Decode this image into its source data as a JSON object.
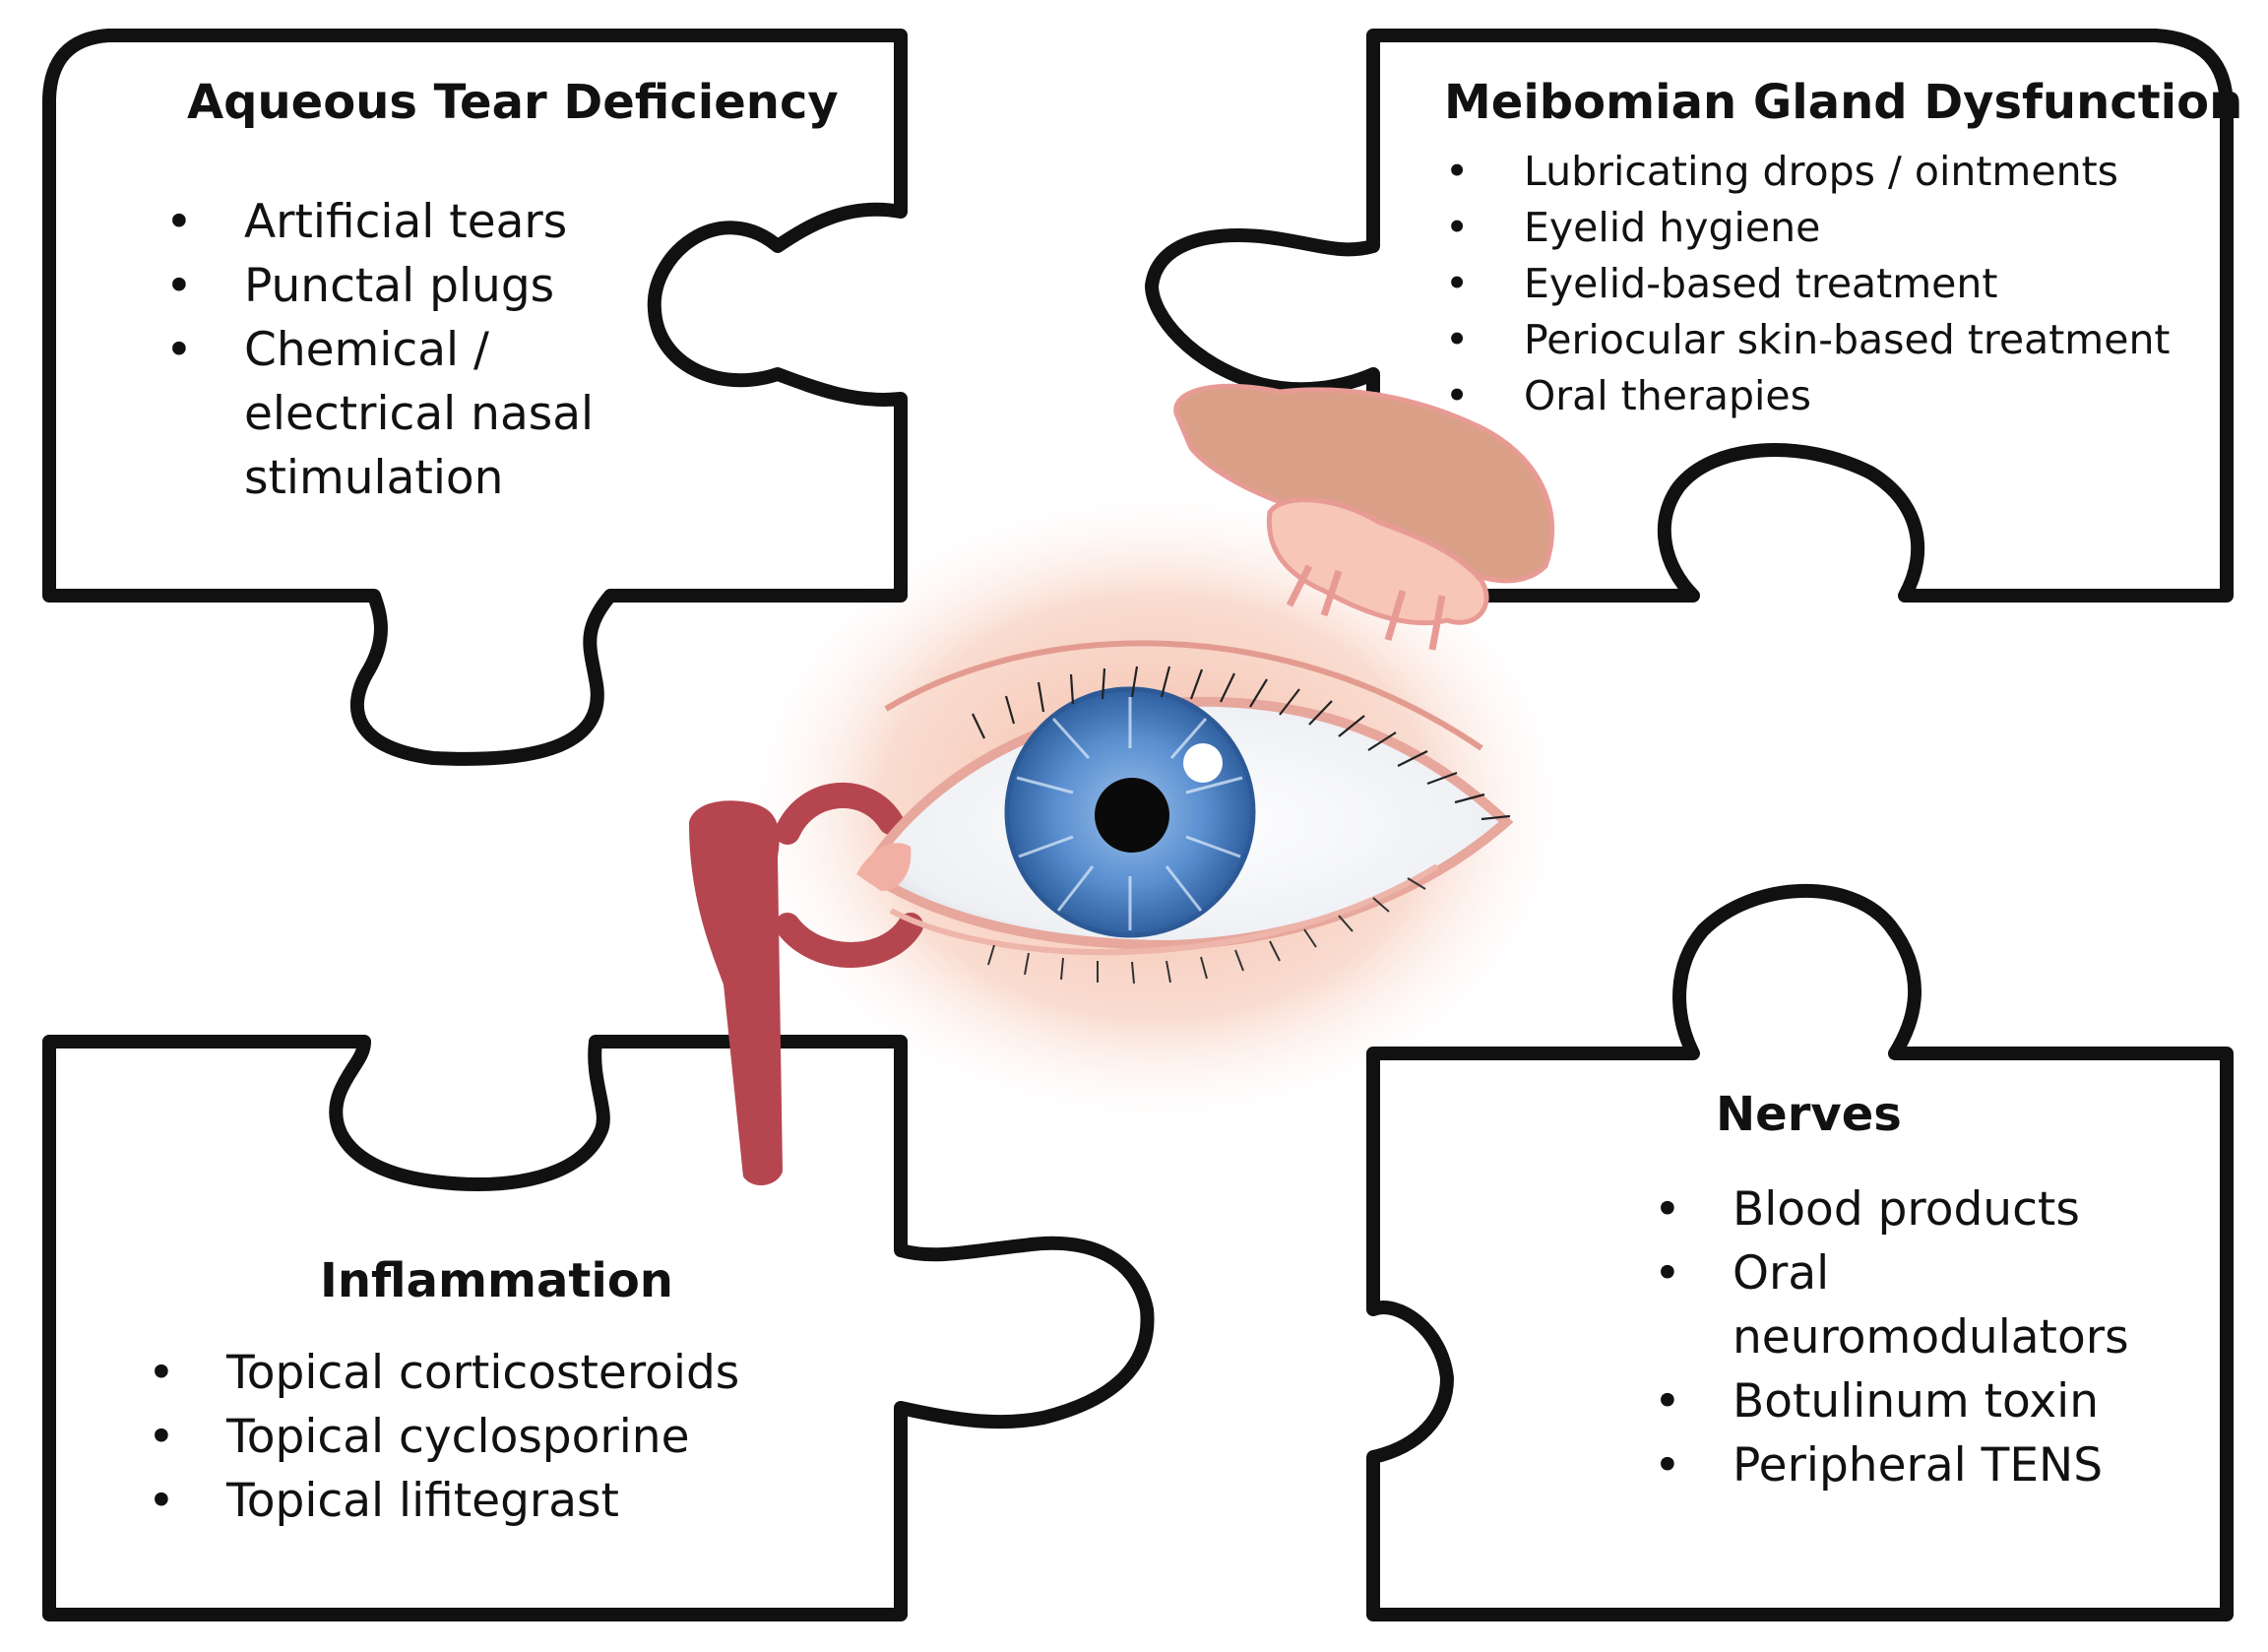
{
  "pieces": [
    {
      "title": "Aqueous Tear Deficiency",
      "items": [
        "Artificial tears",
        "Punctal plugs",
        "Chemical /",
        "electrical nasal",
        "stimulation"
      ]
    },
    {
      "title": "Meibomian Gland Dysfunction",
      "items": [
        "Lubricating drops / ointments",
        "Eyelid hygiene",
        "Eyelid-based treatment",
        "Periocular skin-based treatment",
        "Oral therapies"
      ]
    },
    {
      "title": "Inflammation",
      "items": [
        "Topical corticosteroids",
        "Topical cyclosporine",
        "Topical lifitegrast"
      ]
    },
    {
      "title": "Nerves",
      "items": [
        "Blood products",
        "Oral",
        "neuromodulators",
        "Botulinum toxin",
        "Peripheral TENS"
      ]
    }
  ],
  "colors": {
    "outline": "#111111",
    "iris": "#4f86c9",
    "pupil": "#0a0a0a",
    "skin_glow": "#f6c7b3",
    "lacrimal_duct": "#b5464f",
    "gland": "#d99a8a"
  }
}
